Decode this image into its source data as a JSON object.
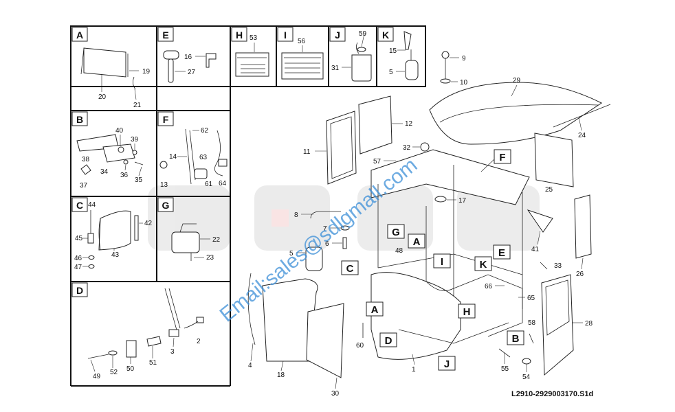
{
  "panels": [
    {
      "letter": "A",
      "parts": [
        "19",
        "20",
        "21"
      ]
    },
    {
      "letter": "E",
      "parts": [
        "16",
        "27"
      ]
    },
    {
      "letter": "H",
      "parts": [
        "53"
      ]
    },
    {
      "letter": "I",
      "parts": [
        "56"
      ]
    },
    {
      "letter": "J",
      "parts": [
        "59",
        "31"
      ]
    },
    {
      "letter": "K",
      "parts": [
        "15",
        "5"
      ]
    },
    {
      "letter": "B",
      "parts": [
        "40",
        "39",
        "38",
        "34",
        "36",
        "35",
        "37"
      ]
    },
    {
      "letter": "F",
      "parts": [
        "62",
        "14",
        "63",
        "13",
        "61",
        "64"
      ]
    },
    {
      "letter": "C",
      "parts": [
        "44",
        "42",
        "45",
        "43",
        "46",
        "47"
      ]
    },
    {
      "letter": "G",
      "parts": [
        "22",
        "23"
      ]
    },
    {
      "letter": "D",
      "parts": [
        "2",
        "3",
        "51",
        "50",
        "52",
        "49"
      ]
    }
  ],
  "main_parts": [
    "9",
    "10",
    "29",
    "12",
    "24",
    "11",
    "32",
    "57",
    "25",
    "17",
    "8",
    "7",
    "6",
    "5",
    "48",
    "41",
    "33",
    "26",
    "66",
    "65",
    "58",
    "28",
    "60",
    "4",
    "18",
    "30",
    "1",
    "55",
    "54"
  ],
  "callouts": [
    "F",
    "G",
    "A",
    "E",
    "C",
    "I",
    "K",
    "A",
    "H",
    "D",
    "B",
    "J"
  ],
  "watermark": "Email:sales@sdlgmall.com",
  "drawing_code": "L2910-2929003170.S1d"
}
